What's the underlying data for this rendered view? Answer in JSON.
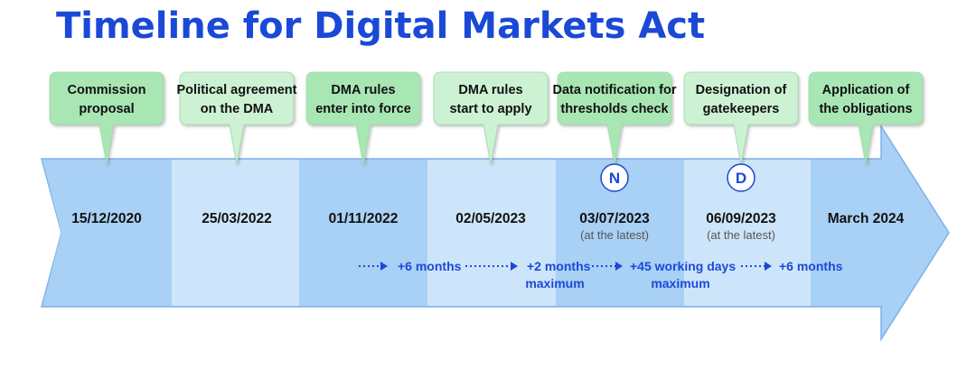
{
  "title": "Timeline for Digital Markets Act",
  "milestones": [
    {
      "lines": [
        "Commission",
        "proposal"
      ],
      "date": "15/12/2020",
      "note": "",
      "marker": "",
      "highlight": true
    },
    {
      "lines": [
        "Political agreement",
        "on the DMA"
      ],
      "date": "25/03/2022",
      "note": "",
      "marker": "",
      "highlight": false
    },
    {
      "lines": [
        "DMA rules",
        "enter into force"
      ],
      "date": "01/11/2022",
      "note": "",
      "marker": "",
      "highlight": true
    },
    {
      "lines": [
        "DMA rules",
        "start to apply"
      ],
      "date": "02/05/2023",
      "note": "",
      "marker": "",
      "highlight": false
    },
    {
      "lines": [
        "Data notification for",
        "thresholds check"
      ],
      "date": "03/07/2023",
      "note": "(at the latest)",
      "marker": "N",
      "highlight": true
    },
    {
      "lines": [
        "Designation of",
        "gatekeepers"
      ],
      "date": "06/09/2023",
      "note": "(at the latest)",
      "marker": "D",
      "highlight": false
    },
    {
      "lines": [
        "Application of",
        "the obligations"
      ],
      "date": "March 2024",
      "note": "",
      "marker": "",
      "highlight": true
    }
  ],
  "intervals": [
    {
      "lines": [
        "+6 months"
      ]
    },
    {
      "lines": [
        "+2 months",
        "maximum"
      ]
    },
    {
      "lines": [
        "+45 working days",
        "maximum"
      ]
    },
    {
      "lines": [
        "+6 months"
      ]
    }
  ],
  "colors": {
    "title": "#1a49d6",
    "band_dark": "#a9d0f5",
    "band_light": "#cde5fb",
    "callout_strong": "#a8e6b4",
    "callout_soft": "#ccf2d3",
    "accent_blue": "#1a49d6",
    "arrow_border": "#7fb1e8"
  }
}
